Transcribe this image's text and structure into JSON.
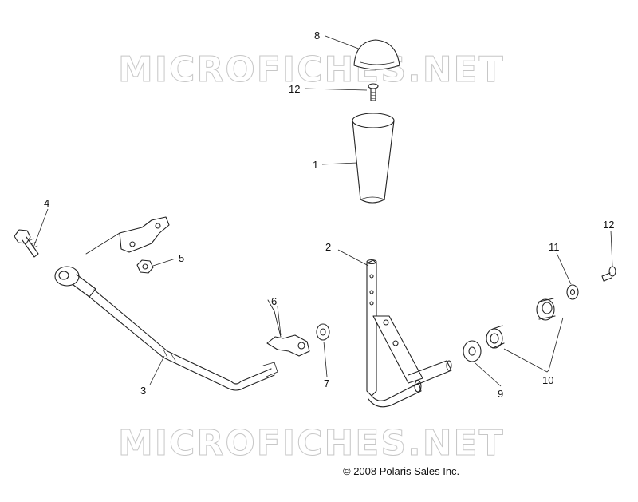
{
  "watermark": {
    "text": "MICROFICHES.NET"
  },
  "copyright": "© 2008 Polaris Sales Inc.",
  "callouts": [
    "8",
    "12",
    "1",
    "4",
    "5",
    "2",
    "11",
    "12",
    "6",
    "3",
    "7",
    "9",
    "10"
  ]
}
